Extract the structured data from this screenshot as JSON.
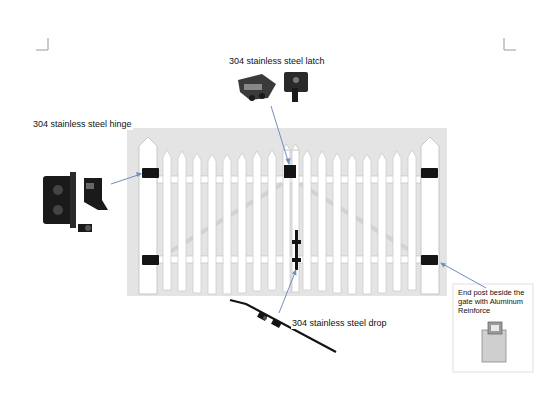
{
  "diagram": {
    "labels": [
      "304 stainless steel latch",
      "304 stainless steel hinge",
      "304 stainless steel drop",
      "End post beside the gate with Aluminum Reinforce"
    ]
  }
}
